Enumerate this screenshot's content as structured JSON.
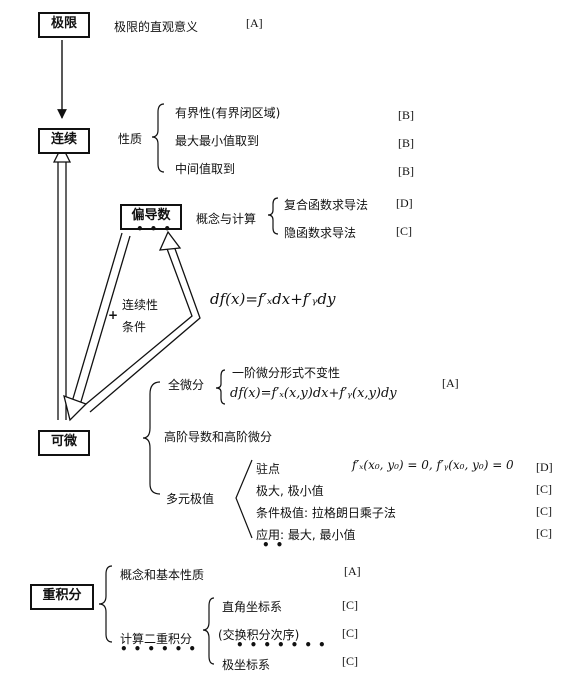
{
  "nodes": {
    "limit": "极限",
    "continuity": "连续",
    "partial": "偏导数",
    "differentiable": "可微",
    "double_integral": "重积分"
  },
  "limit_desc": {
    "text": "极限的直观意义",
    "grade": "[A]"
  },
  "continuity": {
    "group_label": "性质",
    "items": [
      {
        "text": "有界性(有界闭区域)",
        "grade": "[B]"
      },
      {
        "text": "最大最小值取到",
        "grade": "[B]"
      },
      {
        "text": "中间值取到",
        "grade": "[B]"
      }
    ]
  },
  "partial": {
    "group_label": "概念与计算",
    "items": [
      {
        "text": "复合函数求导法",
        "grade": "[D]"
      },
      {
        "text": "隐函数求导法",
        "grade": "[C]"
      }
    ]
  },
  "arrow_condition": {
    "plus": "+",
    "line1": "连续性",
    "line2": "条件"
  },
  "df_formula": "df(x)=f′ₓdx+f′ᵧdy",
  "differentiable": {
    "total": {
      "label": "全微分",
      "item1": "一阶微分形式不变性",
      "item2": "df(x)=f′ₓ(x,y)dx+f′ᵧ(x,y)dy",
      "grade": "[A]"
    },
    "higher": "高阶导数和高阶微分",
    "extremum": {
      "label": "多元极值",
      "items": [
        {
          "text": "驻点",
          "formula": "f′ₓ(x₀, y₀) = 0, f′ᵧ(x₀, y₀) = 0",
          "grade": "[D]"
        },
        {
          "text": "极大, 极小值",
          "grade": "[C]"
        },
        {
          "text": "条件极值: 拉格朗日乘子法",
          "grade": "[C]"
        },
        {
          "text": "应用: 最大, 最小值",
          "grade": "[C]"
        }
      ]
    }
  },
  "double_integral": {
    "concept": {
      "text": "概念和基本性质",
      "grade": "[A]"
    },
    "compute": {
      "label": "计算二重积分",
      "items": [
        {
          "text": "直角坐标系",
          "grade": "[C]"
        },
        {
          "text": "(交换积分次序)",
          "grade": "[C]"
        },
        {
          "text": "极坐标系",
          "grade": "[C]"
        }
      ]
    }
  }
}
